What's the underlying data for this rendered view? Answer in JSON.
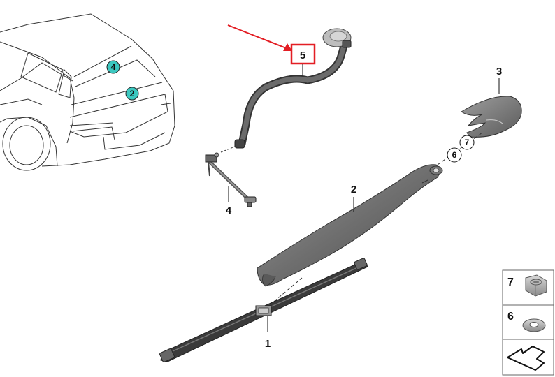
{
  "car_markers": [
    {
      "text": "4",
      "color": "#3cc8c0"
    },
    {
      "text": "2",
      "color": "#3cc8c0"
    }
  ],
  "callouts": [
    {
      "text": "5"
    },
    {
      "text": "3"
    },
    {
      "text": "4"
    },
    {
      "text": "2"
    },
    {
      "text": "1"
    },
    {
      "text": "6"
    },
    {
      "text": "7"
    }
  ],
  "legend": [
    {
      "text": "7",
      "icon": "hex-nut-icon"
    },
    {
      "text": "6",
      "icon": "washer-icon"
    },
    {
      "text": "",
      "icon": "back-arrow-icon"
    }
  ],
  "colors": {
    "highlight": "#e31e24",
    "part_dark": "#555555",
    "part_mid": "#8a8a8a",
    "marker": "#3cc8c0"
  }
}
